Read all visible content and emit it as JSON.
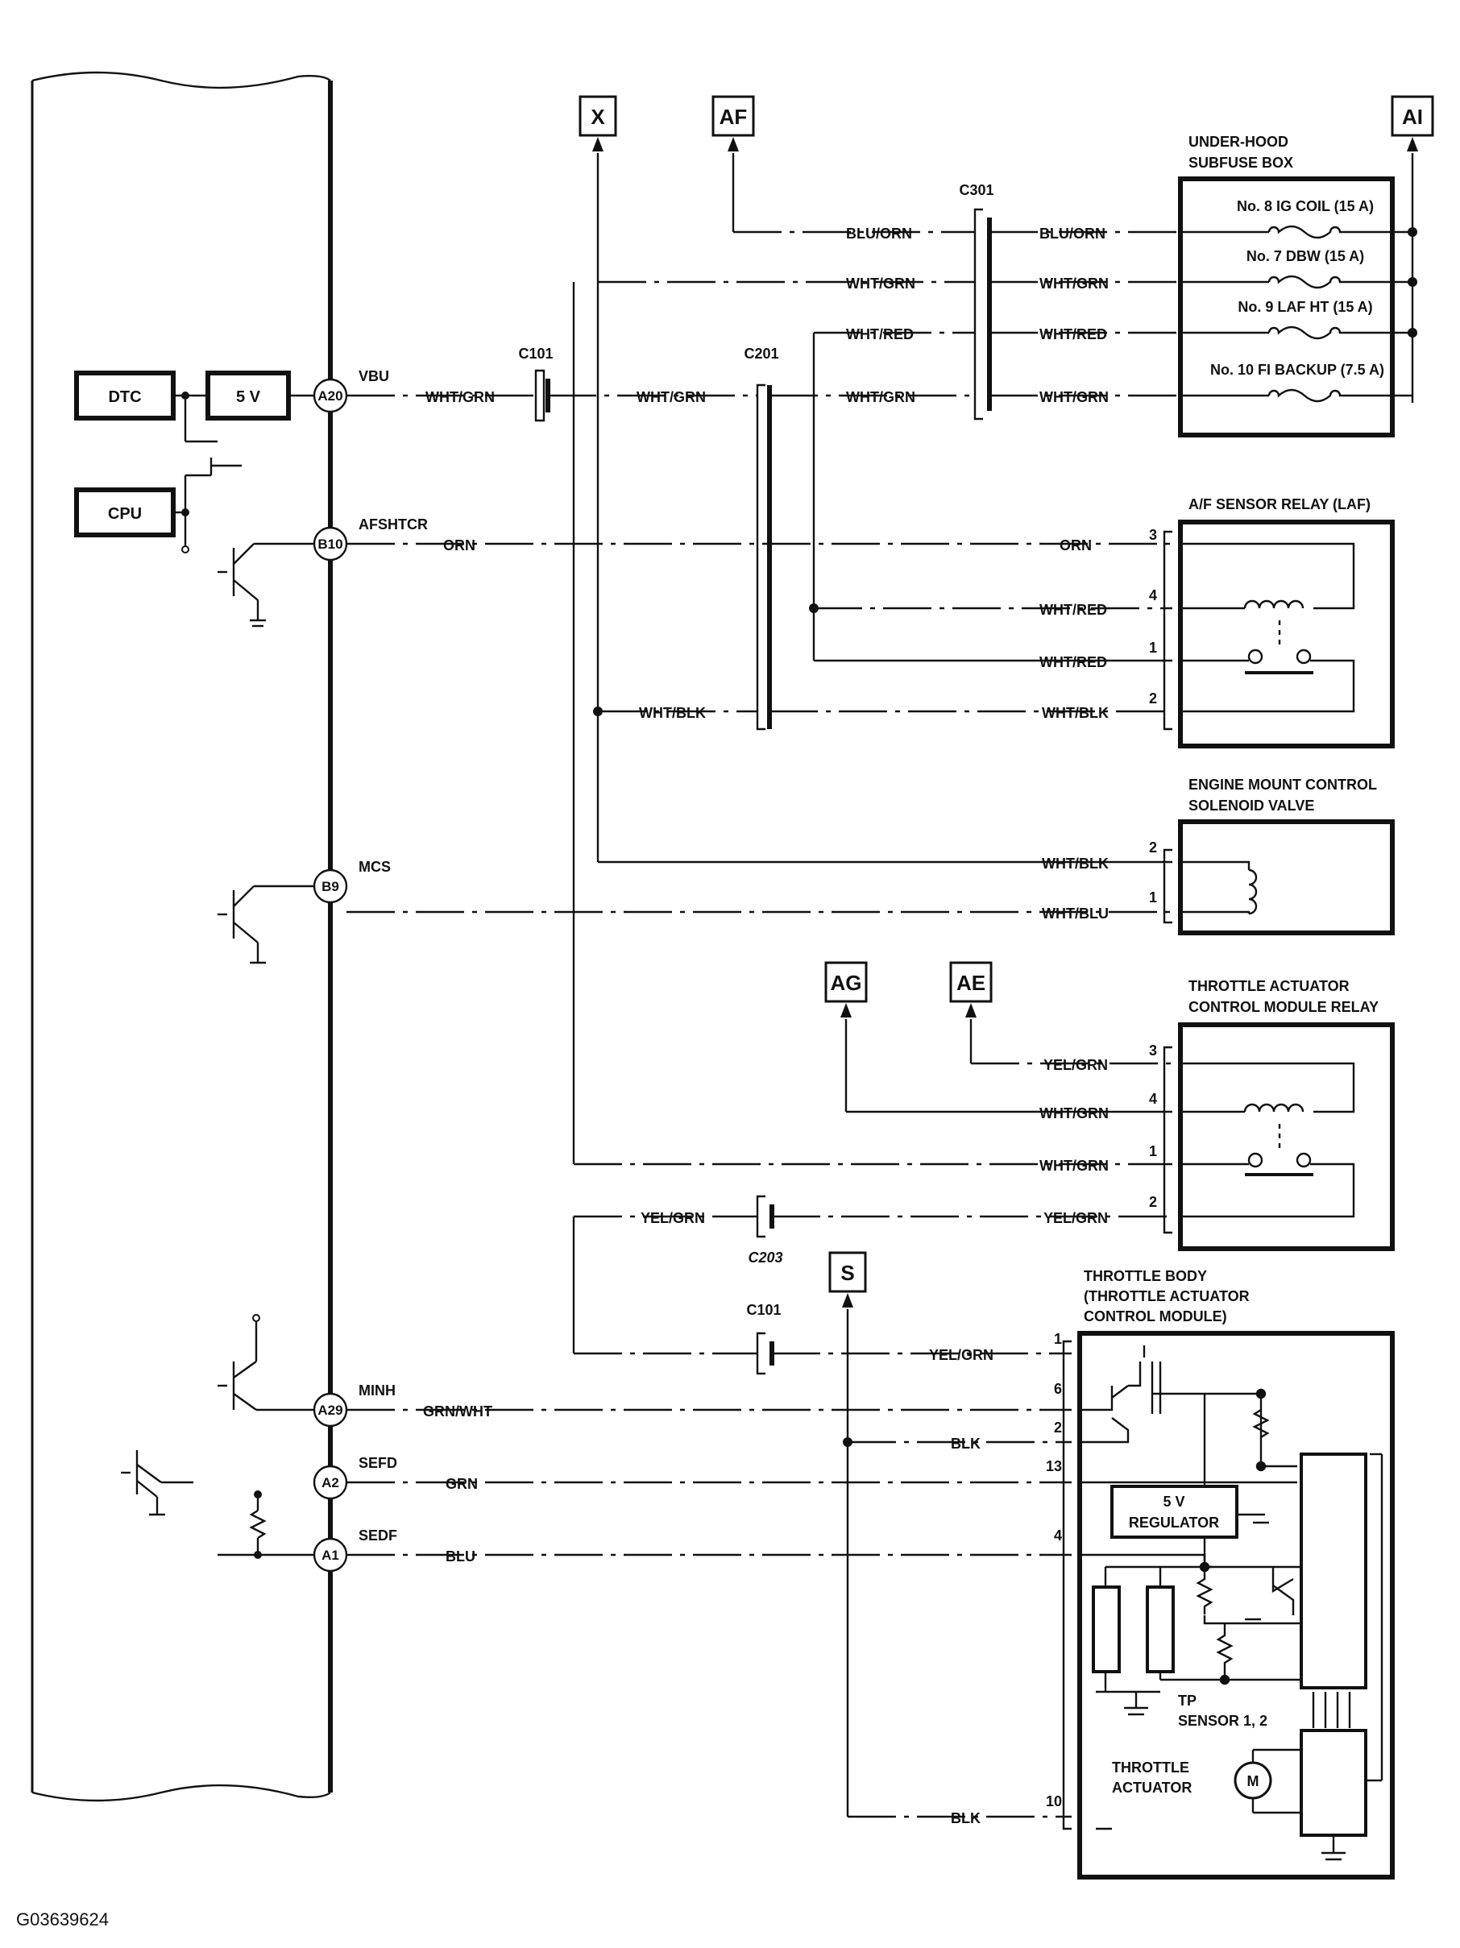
{
  "figure_id": "G03639624",
  "ecm": {
    "blocks": {
      "dtc": "DTC",
      "five_v": "5 V",
      "cpu": "CPU"
    },
    "pins": [
      {
        "id": "A20",
        "signal": "VBU",
        "wire": "WHT/GRN"
      },
      {
        "id": "B10",
        "signal": "AFSHTCR",
        "wire": "ORN"
      },
      {
        "id": "B9",
        "signal": "MCS",
        "wire": ""
      },
      {
        "id": "A29",
        "signal": "MINH",
        "wire": "GRN/WHT"
      },
      {
        "id": "A2",
        "signal": "SEFD",
        "wire": "GRN"
      },
      {
        "id": "A1",
        "signal": "SEDF",
        "wire": "BLU"
      }
    ]
  },
  "connectors": {
    "c101": "C101",
    "c201": "C201",
    "c301": "C301",
    "c203": "C203"
  },
  "references": {
    "x": "X",
    "af": "AF",
    "ai": "AI",
    "ag": "AG",
    "ae": "AE",
    "s": "S"
  },
  "wires": {
    "blu_orn": "BLU/ORN",
    "wht_grn": "WHT/GRN",
    "wht_red": "WHT/RED",
    "wht_blk": "WHT/BLK",
    "wht_blu": "WHT/BLU",
    "yel_grn": "YEL/GRN",
    "orn": "ORN",
    "blk": "BLK"
  },
  "subfuse_box": {
    "title": [
      "UNDER-HOOD",
      "SUBFUSE BOX"
    ],
    "fuses": [
      "No. 8 IG COIL (15 A)",
      "No. 7 DBW (15 A)",
      "No. 9 LAF HT (15 A)",
      "No. 10 FI BACKUP (7.5 A)"
    ]
  },
  "laf_relay": {
    "title": "A/F SENSOR RELAY (LAF)",
    "pins": [
      "3",
      "4",
      "1",
      "2"
    ]
  },
  "mount_solenoid": {
    "title": [
      "ENGINE MOUNT CONTROL",
      "SOLENOID VALVE"
    ],
    "pins": [
      "2",
      "1"
    ]
  },
  "tac_relay": {
    "title": [
      "THROTTLE ACTUATOR",
      "CONTROL MODULE RELAY"
    ],
    "pins": [
      "3",
      "4",
      "1",
      "2"
    ]
  },
  "throttle_body": {
    "title": [
      "THROTTLE BODY",
      "(THROTTLE ACTUATOR",
      "CONTROL MODULE)"
    ],
    "pins": [
      "1",
      "6",
      "2",
      "13",
      "4",
      "10"
    ],
    "regulator": [
      "5 V",
      "REGULATOR"
    ],
    "tp_sensor": [
      "TP",
      "SENSOR 1, 2"
    ],
    "actuator": [
      "THROTTLE",
      "ACTUATOR"
    ],
    "motor": "M"
  }
}
